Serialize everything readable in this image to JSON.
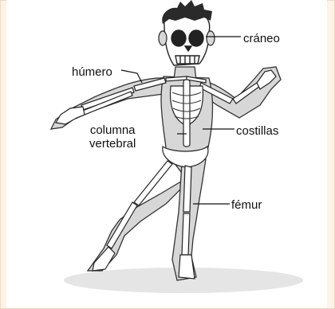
{
  "labels": {
    "craneo": "cráneo",
    "humero": "húmero",
    "columna_line1": "columna",
    "columna_line2": "vertebral",
    "costillas": "costillas",
    "femur": "fémur"
  },
  "colors": {
    "frame": "#fdf3e6",
    "body_fill": "#d7d7d7",
    "bone_fill": "#ffffff",
    "outline": "#222222",
    "hair": "#2a2a2a"
  }
}
